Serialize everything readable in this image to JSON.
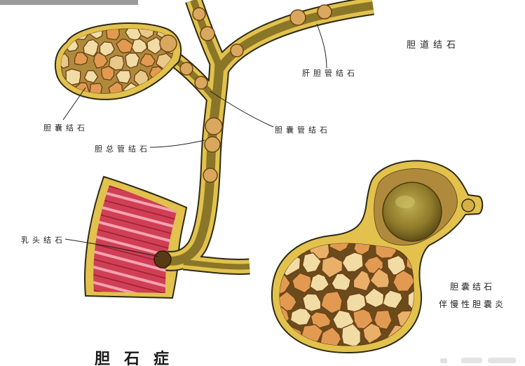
{
  "diagram": {
    "heading": "胆道结石",
    "caption": "胆石症"
  },
  "labels": {
    "intrahepatic_duct_stones": "肝胆管结石",
    "gallbladder_stones": "胆囊结石",
    "cystic_duct_stones": "胆囊管结石",
    "common_bile_duct_stones": "胆总管结石",
    "papilla_stones": "乳头结石",
    "gallbladder_stones_chronic": [
      "胆囊结石",
      "伴慢性胆囊炎"
    ]
  },
  "colors": {
    "duct_wall": "#e2c24c",
    "outline": "#2d2a14",
    "duct_lumen": "#8a7628",
    "gallbladder_lumen": "#b08a3c",
    "stone_light": "#f2dca6",
    "stone_orange": "#e29a52",
    "stone_outline": "#6e4418",
    "muscle_red": "#cf3f55",
    "muscle_fold_light": "#f5a3b0",
    "muscle_fold_dark": "#a01f36",
    "label_text": "#222222",
    "top_bar": "#9b9b9b"
  }
}
